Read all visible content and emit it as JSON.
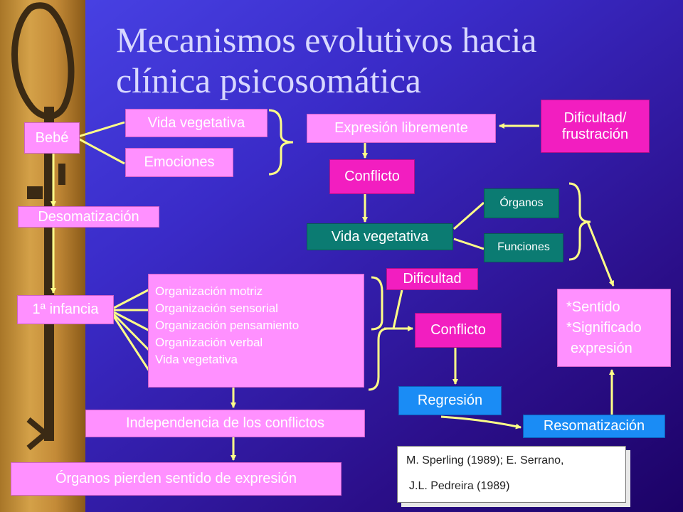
{
  "slide": {
    "title_line1": "Mecanismos evolutivos hacia",
    "title_line2": "clínica psicosomática"
  },
  "nodes": {
    "bebe": "Bebé",
    "vida_vegetativa_1": "Vida vegetativa",
    "emociones": "Emociones",
    "expresion_libremente": "Expresión libremente",
    "dificultad_frustracion_1": "Dificultad/",
    "dificultad_frustracion_2": "frustración",
    "conflicto_1": "Conflicto",
    "vida_vegetativa_2": "Vida vegetativa",
    "organos": "Órganos",
    "funciones": "Funciones",
    "desomatizacion": "Desomatización",
    "primera_infancia": "1ª infancia",
    "organizacion_list": [
      "Organización motriz",
      "Organización sensorial",
      "Organización pensamiento",
      "Organización verbal",
      "Vida vegetativa"
    ],
    "dificultad": "Dificultad",
    "conflicto_2": "Conflicto",
    "sentido_1": "*Sentido",
    "sentido_2": "*Significado",
    "sentido_3": "expresión",
    "regresion": "Regresión",
    "resomatizacion": "Resomatización",
    "independencia": "Independencia de los conflictos",
    "organos_pierden": "Órganos pierden sentido de expresión"
  },
  "citation": {
    "line1": "M. Sperling (1989); E. Serrano,",
    "line2": "J.L. Pedreira (1989)"
  },
  "colors": {
    "pink": "#ff90ff",
    "magenta": "#f21ec0",
    "teal": "#0b7b72",
    "blue": "#1a8cf5",
    "connector": "#ffff88"
  }
}
